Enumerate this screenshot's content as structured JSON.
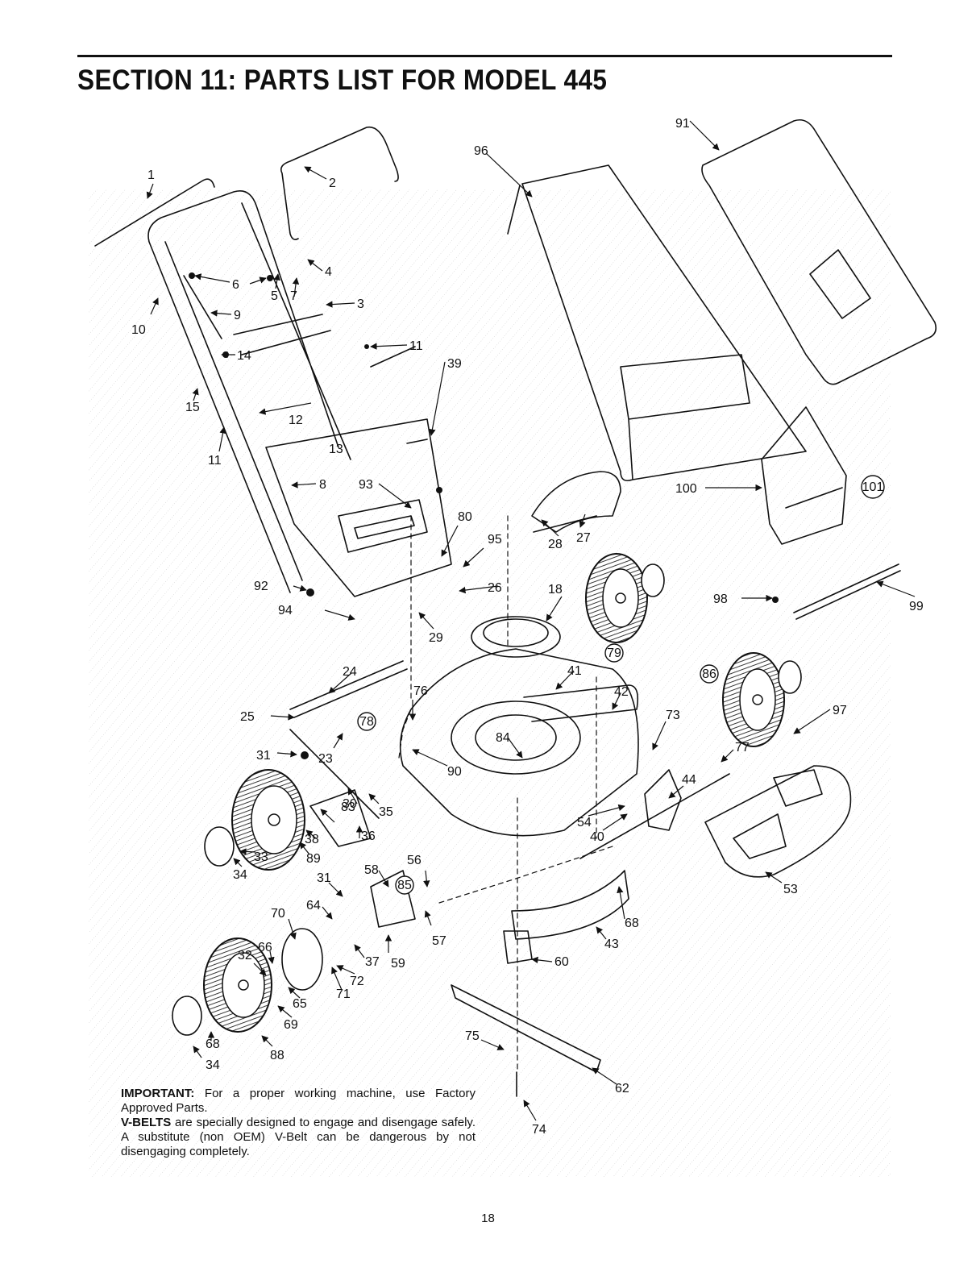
{
  "header": {
    "title": "SECTION 11:  PARTS LIST FOR MODEL 445"
  },
  "callouts": [
    {
      "id": "c1",
      "label": "1"
    },
    {
      "id": "c2",
      "label": "2"
    },
    {
      "id": "c3",
      "label": "3"
    },
    {
      "id": "c4",
      "label": "4"
    },
    {
      "id": "c5",
      "label": "5"
    },
    {
      "id": "c6",
      "label": "6"
    },
    {
      "id": "c7",
      "label": "7"
    },
    {
      "id": "c8",
      "label": "8"
    },
    {
      "id": "c9",
      "label": "9"
    },
    {
      "id": "c10",
      "label": "10"
    },
    {
      "id": "c11a",
      "label": "11"
    },
    {
      "id": "c11b",
      "label": "11"
    },
    {
      "id": "c12",
      "label": "12"
    },
    {
      "id": "c13",
      "label": "13"
    },
    {
      "id": "c14",
      "label": "14"
    },
    {
      "id": "c15",
      "label": "15"
    },
    {
      "id": "c18",
      "label": "18"
    },
    {
      "id": "c23",
      "label": "23"
    },
    {
      "id": "c24",
      "label": "24"
    },
    {
      "id": "c25",
      "label": "25"
    },
    {
      "id": "c26",
      "label": "26"
    },
    {
      "id": "c27",
      "label": "27"
    },
    {
      "id": "c28",
      "label": "28"
    },
    {
      "id": "c29",
      "label": "29"
    },
    {
      "id": "c30",
      "label": "30"
    },
    {
      "id": "c31a",
      "label": "31"
    },
    {
      "id": "c31b",
      "label": "31"
    },
    {
      "id": "c32",
      "label": "32"
    },
    {
      "id": "c33",
      "label": "33"
    },
    {
      "id": "c34a",
      "label": "34"
    },
    {
      "id": "c34b",
      "label": "34"
    },
    {
      "id": "c35",
      "label": "35"
    },
    {
      "id": "c36",
      "label": "36"
    },
    {
      "id": "c37",
      "label": "37"
    },
    {
      "id": "c38",
      "label": "38"
    },
    {
      "id": "c39",
      "label": "39"
    },
    {
      "id": "c40",
      "label": "40"
    },
    {
      "id": "c41",
      "label": "41"
    },
    {
      "id": "c42",
      "label": "42"
    },
    {
      "id": "c43",
      "label": "43"
    },
    {
      "id": "c44",
      "label": "44"
    },
    {
      "id": "c53",
      "label": "53"
    },
    {
      "id": "c54",
      "label": "54"
    },
    {
      "id": "c56",
      "label": "56"
    },
    {
      "id": "c57",
      "label": "57"
    },
    {
      "id": "c58",
      "label": "58"
    },
    {
      "id": "c59",
      "label": "59"
    },
    {
      "id": "c60",
      "label": "60"
    },
    {
      "id": "c62",
      "label": "62"
    },
    {
      "id": "c64",
      "label": "64"
    },
    {
      "id": "c65",
      "label": "65"
    },
    {
      "id": "c66",
      "label": "66"
    },
    {
      "id": "c68a",
      "label": "68"
    },
    {
      "id": "c68b",
      "label": "68"
    },
    {
      "id": "c69",
      "label": "69"
    },
    {
      "id": "c70",
      "label": "70"
    },
    {
      "id": "c71",
      "label": "71"
    },
    {
      "id": "c72",
      "label": "72"
    },
    {
      "id": "c73",
      "label": "73"
    },
    {
      "id": "c74",
      "label": "74"
    },
    {
      "id": "c75",
      "label": "75"
    },
    {
      "id": "c76",
      "label": "76"
    },
    {
      "id": "c77",
      "label": "77"
    },
    {
      "id": "c80",
      "label": "80"
    },
    {
      "id": "c83",
      "label": "83"
    },
    {
      "id": "c84",
      "label": "84"
    },
    {
      "id": "c88",
      "label": "88"
    },
    {
      "id": "c89",
      "label": "89"
    },
    {
      "id": "c90",
      "label": "90"
    },
    {
      "id": "c91",
      "label": "91"
    },
    {
      "id": "c92",
      "label": "92"
    },
    {
      "id": "c93",
      "label": "93"
    },
    {
      "id": "c94",
      "label": "94"
    },
    {
      "id": "c95",
      "label": "95"
    },
    {
      "id": "c96",
      "label": "96"
    },
    {
      "id": "c97",
      "label": "97"
    },
    {
      "id": "c98",
      "label": "98"
    },
    {
      "id": "c99",
      "label": "99"
    },
    {
      "id": "c100",
      "label": "100"
    }
  ],
  "circled_callouts": [
    {
      "id": "k78",
      "label": "78"
    },
    {
      "id": "k79",
      "label": "79"
    },
    {
      "id": "k85",
      "label": "85"
    },
    {
      "id": "k86",
      "label": "86"
    },
    {
      "id": "k101",
      "label": "101"
    }
  ],
  "note": {
    "important_label": "IMPORTANT:",
    "important_text": " For a proper working machine, use Factory Approved Parts.",
    "vbelts_label": "V-BELTS",
    "vbelts_text": " are specially designed to engage and disengage safely. A substitute (non OEM) V-Belt can be dangerous by not disengaging completely."
  },
  "footer": {
    "page_number": "18"
  }
}
